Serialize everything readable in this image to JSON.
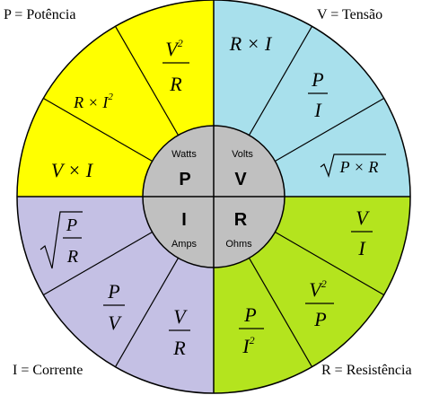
{
  "corners": {
    "top_left": "P = Potência",
    "top_right": "V = Tensão",
    "bottom_left": "I = Corrente",
    "bottom_right": "R = Resistência"
  },
  "colors": {
    "power": "#ffff00",
    "voltage": "#a8e0ec",
    "current": "#c4c0e4",
    "resistance": "#b4e41e",
    "center": "#c0c0c0",
    "lines": "#000000"
  },
  "center": {
    "P": {
      "letter": "P",
      "unit": "Watts"
    },
    "V": {
      "letter": "V",
      "unit": "Volts"
    },
    "I": {
      "letter": "I",
      "unit": "Amps"
    },
    "R": {
      "letter": "R",
      "unit": "Ohms"
    }
  },
  "formulas": {
    "power": [
      "V × I",
      "R × I²",
      "V² / R"
    ],
    "voltage": [
      "R × I",
      "P / I",
      "√(P × R)"
    ],
    "current": [
      "√(P / R)",
      "P / V",
      "V / R"
    ],
    "resistance": [
      "V / I",
      "V² / P",
      "P / I²"
    ]
  }
}
